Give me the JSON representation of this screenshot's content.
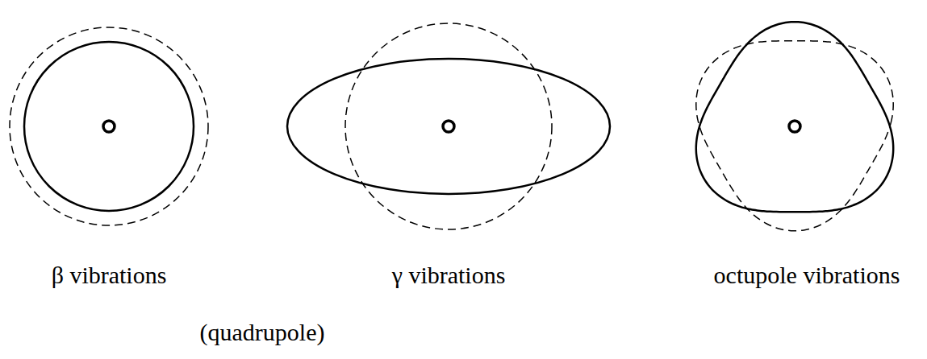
{
  "diagram": {
    "labels": [
      "β vibrations",
      "γ vibrations",
      "(quadrupole)",
      "octupole vibrations"
    ]
  }
}
